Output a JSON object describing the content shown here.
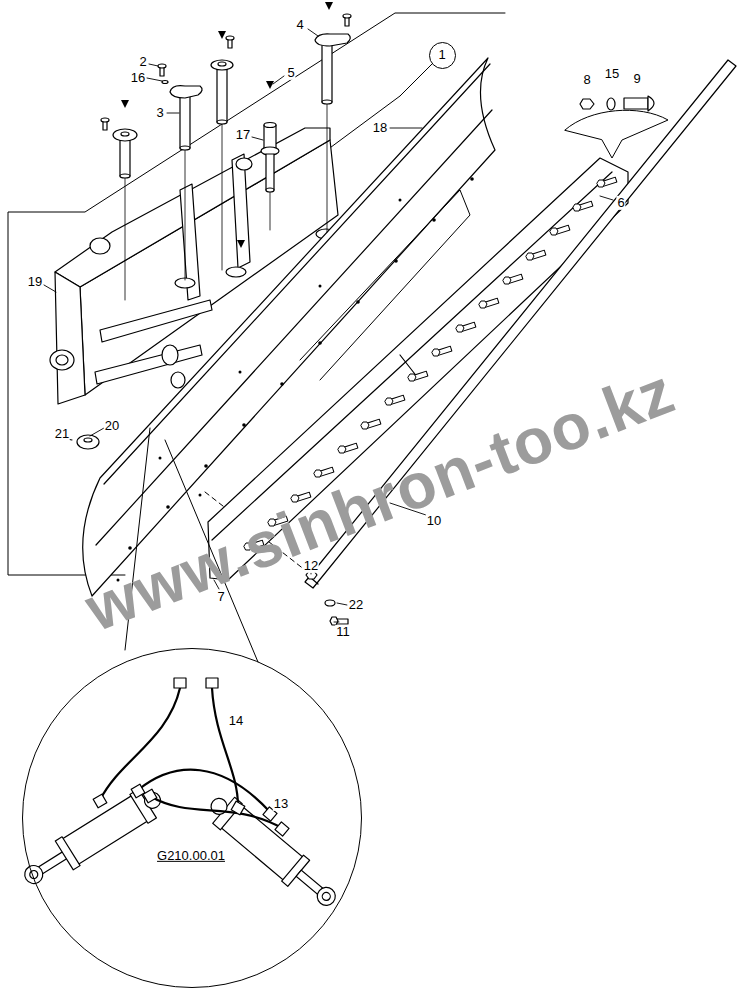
{
  "diagram": {
    "nodes": [
      {
        "text": [
          "1"
        ]
      },
      {
        "text": [
          "14",
          "13",
          "G210.00.01"
        ]
      }
    ],
    "labels": [
      "2",
      "16",
      "3",
      "4",
      "5",
      "17",
      "18",
      "19",
      "8",
      "15",
      "9",
      "6",
      "20",
      "21",
      "7",
      "12",
      "22",
      "11",
      "10",
      "www.sinhron-too.kz"
    ]
  }
}
